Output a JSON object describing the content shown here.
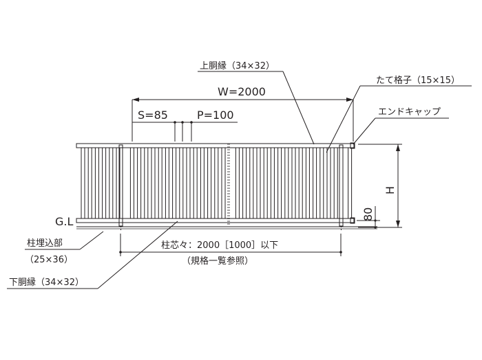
{
  "labels": {
    "top_rail": "上胴縁（34×32）",
    "width": "W=2000",
    "spacing_s": "S=85",
    "pitch_p": "P=100",
    "vertical_bar": "たて格子（15×15）",
    "end_cap": "エンドキャップ",
    "height": "H",
    "ground_line": "G.L",
    "offset_80": "80",
    "post_embed_1": "柱埋込部",
    "post_embed_2": "（25×36）",
    "post_pitch_1": "柱芯々：2000［1000］以下",
    "post_pitch_2": "（規格一覧参照）",
    "bottom_rail": "下胴縁（34×32）"
  }
}
